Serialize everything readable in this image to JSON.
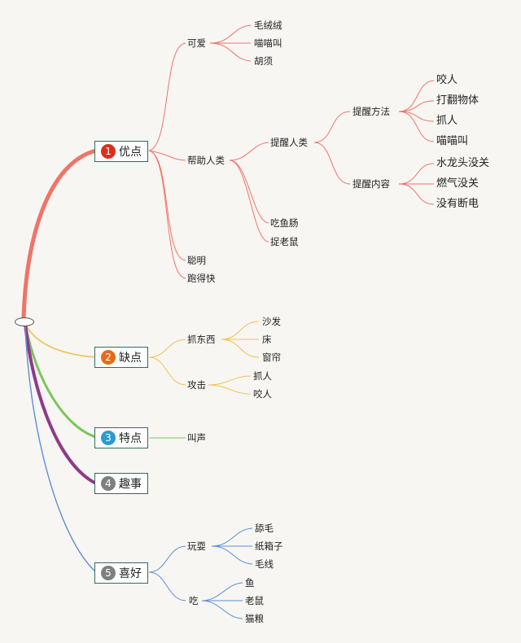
{
  "topics": [
    {
      "num": "1",
      "label": "优点",
      "color": "#d9301e"
    },
    {
      "num": "2",
      "label": "缺点",
      "color": "#e86a1a"
    },
    {
      "num": "3",
      "label": "特点",
      "color": "#2a9ad6"
    },
    {
      "num": "4",
      "label": "趣事",
      "color": "#7f7f7f"
    },
    {
      "num": "5",
      "label": "喜好",
      "color": "#7f7f7f"
    }
  ],
  "branch_colors": {
    "b1": "#f07467",
    "b2": "#f3c04a",
    "b3": "#7ac65a",
    "b4": "#8e3a8a",
    "b5": "#5b8fd6"
  },
  "b1": {
    "keai": "可爱",
    "maorongrong": "毛绒绒",
    "miaomiaojiao": "喵喵叫",
    "huxu": "胡须",
    "bangzhu": "帮助人类",
    "tixing": "提醒人类",
    "fangfa": "提醒方法",
    "yaoren": "咬人",
    "dafan": "打翻物体",
    "zhuaren": "抓人",
    "miaomiao2": "喵喵叫",
    "neirong": "提醒内容",
    "shuilongtou": "水龙头没关",
    "ranqi": "燃气没关",
    "duandian": "没有断电",
    "chiyuchang": "吃鱼肠",
    "zhuolaoshu": "捉老鼠",
    "congming": "聪明",
    "paodekuai": "跑得快"
  },
  "b2": {
    "zhuadongxi": "抓东西",
    "shafa": "沙发",
    "chuang": "床",
    "chuanglian": "窗帘",
    "gongji": "攻击",
    "zhuaren": "抓人",
    "yaoren": "咬人"
  },
  "b3": {
    "jiaosheng": "叫声"
  },
  "b5": {
    "wanshua": "玩耍",
    "tianmao": "舔毛",
    "zhixiangzi": "纸箱子",
    "maoxian": "毛线",
    "chi": "吃",
    "yu": "鱼",
    "laoshu": "老鼠",
    "maoliang": "猫粮"
  }
}
